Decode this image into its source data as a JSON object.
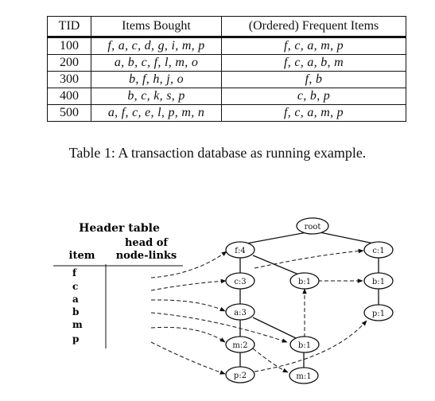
{
  "table": {
    "headers": [
      "TID",
      "Items Bought",
      "(Ordered) Frequent Items"
    ],
    "rows": [
      [
        "100",
        "f, a, c, d, g, i, m, p",
        "f, c, a, m, p"
      ],
      [
        "200",
        "a, b, c, f, l, m, o",
        "f, c, a, b, m"
      ],
      [
        "300",
        "b, f, h, j, o",
        "f, b"
      ],
      [
        "400",
        "b, c, k, s, p",
        "c, b, p"
      ],
      [
        "500",
        "a, f, c, e, l, p, m, n",
        "f, c, a, m, p"
      ]
    ],
    "caption": "Table 1: A transaction database as running example."
  },
  "figure": {
    "header_table_title": "Header table",
    "col_item": "item",
    "col_head_line1": "head of",
    "col_head_line2": "node-links",
    "items": [
      "f",
      "c",
      "a",
      "b",
      "m",
      "p"
    ],
    "nodes": {
      "root": "root",
      "f4": "f:4",
      "c1": "c:1",
      "c3": "c:3",
      "b1a": "b:1",
      "b1b": "b:1",
      "a3": "a:3",
      "p1": "p:1",
      "m2": "m:2",
      "b1c": "b:1",
      "p2": "p:2",
      "m1": "m:1"
    }
  }
}
